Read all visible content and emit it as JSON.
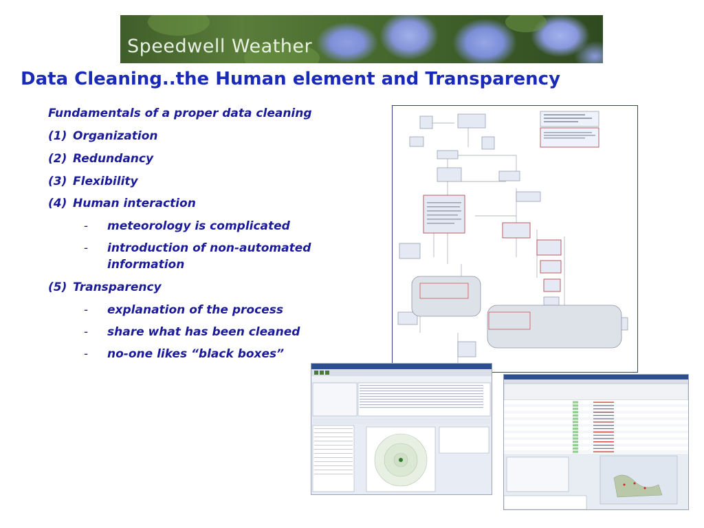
{
  "banner": {
    "title": "Speedwell Weather"
  },
  "slide": {
    "title": "Data Cleaning..the Human element and Transparency"
  },
  "bullets": {
    "heading": "Fundamentals of a proper data cleaning",
    "items": [
      {
        "num": "(1)",
        "text": "Organization"
      },
      {
        "num": "(2)",
        "text": "Redundancy"
      },
      {
        "num": "(3)",
        "text": "Flexibility"
      },
      {
        "num": "(4)",
        "text": "Human interaction"
      },
      {
        "sub": true,
        "dash": "-",
        "text": "meteorology is complicated"
      },
      {
        "sub": true,
        "dash": "-",
        "text": "introduction of non-automated",
        "cont": "information"
      },
      {
        "num": "(5)",
        "text": "Transparency"
      },
      {
        "sub": true,
        "dash": "-",
        "text": "explanation of the process"
      },
      {
        "sub": true,
        "dash": "-",
        "text": "share what has been cleaned"
      },
      {
        "sub": true,
        "dash": "-",
        "text": "no-one likes “black boxes”"
      }
    ]
  },
  "colors": {
    "title": "#1a2ab8",
    "text": "#1a1a9a",
    "flow_red": "#cc2222",
    "flow_border": "#2f3f8f"
  }
}
